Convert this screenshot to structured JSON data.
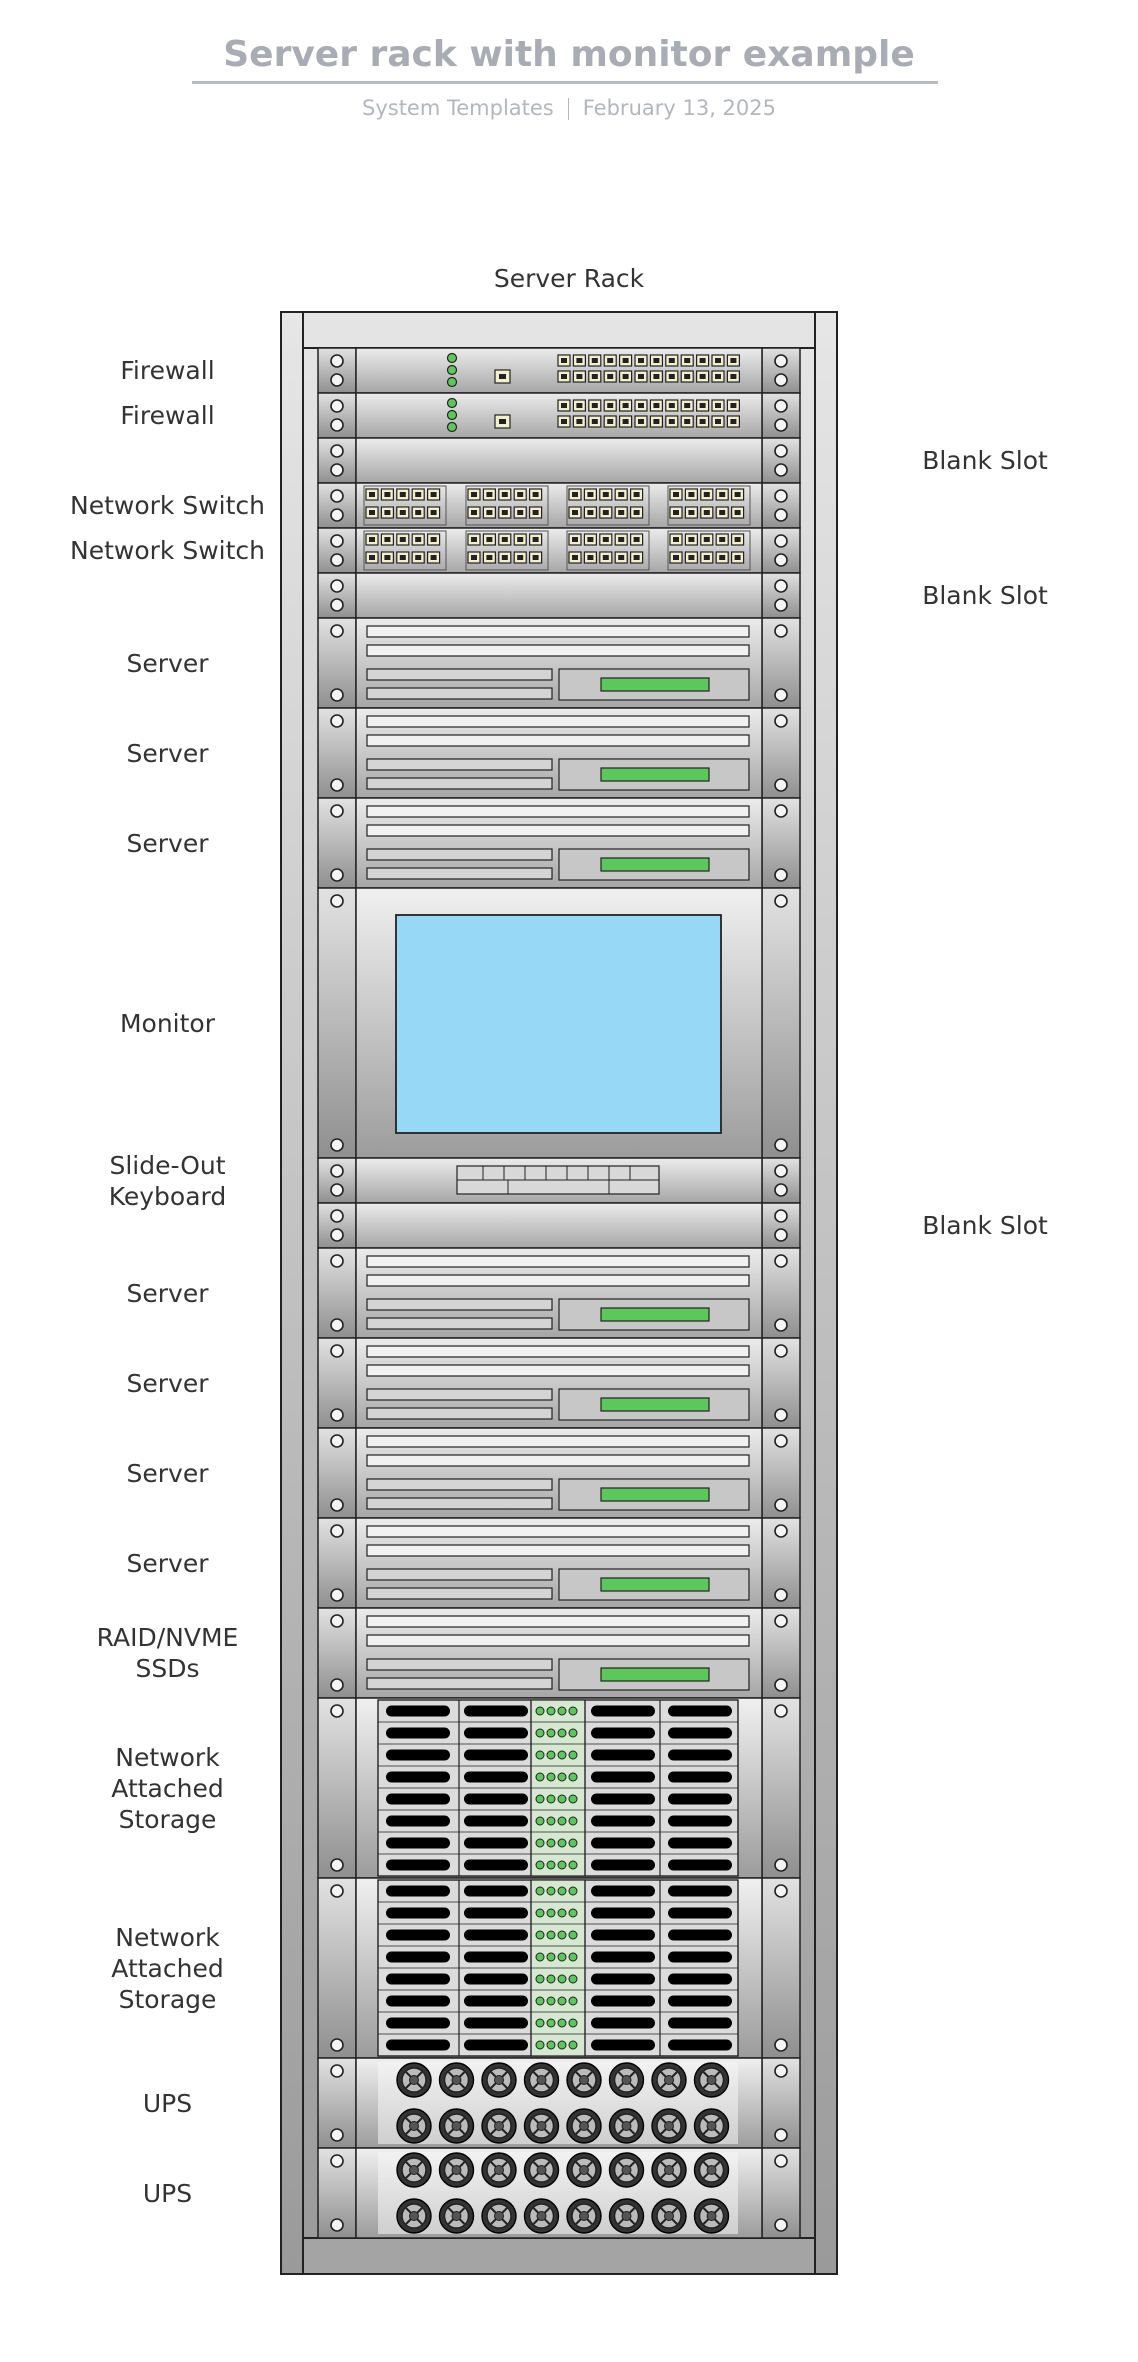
{
  "header": {
    "title": "Server rack with monitor example",
    "source": "System Templates",
    "date": "February 13, 2025"
  },
  "rack": {
    "title": "Server Rack",
    "units": [
      {
        "type": "firewall",
        "u": 1,
        "label": "Firewall"
      },
      {
        "type": "firewall",
        "u": 1,
        "label": "Firewall"
      },
      {
        "type": "blank",
        "u": 1,
        "label": "Blank Slot",
        "side": "right"
      },
      {
        "type": "switch",
        "u": 1,
        "label": "Network Switch"
      },
      {
        "type": "switch",
        "u": 1,
        "label": "Network Switch"
      },
      {
        "type": "blank",
        "u": 1,
        "label": "Blank Slot",
        "side": "right"
      },
      {
        "type": "server",
        "u": 2,
        "label": "Server"
      },
      {
        "type": "server",
        "u": 2,
        "label": "Server"
      },
      {
        "type": "server",
        "u": 2,
        "label": "Server"
      },
      {
        "type": "monitor",
        "u": 6,
        "label": "Monitor"
      },
      {
        "type": "keyboard",
        "u": 1,
        "label": "Slide-Out\nKeyboard"
      },
      {
        "type": "blank",
        "u": 1,
        "label": "Blank Slot",
        "side": "right"
      },
      {
        "type": "server",
        "u": 2,
        "label": "Server"
      },
      {
        "type": "server",
        "u": 2,
        "label": "Server"
      },
      {
        "type": "server",
        "u": 2,
        "label": "Server"
      },
      {
        "type": "server",
        "u": 2,
        "label": "Server"
      },
      {
        "type": "server",
        "u": 2,
        "label": "RAID/NVME\nSSDs"
      },
      {
        "type": "nas",
        "u": 4,
        "label": "Network\nAttached\nStorage"
      },
      {
        "type": "nas",
        "u": 4,
        "label": "Network\nAttached\nStorage"
      },
      {
        "type": "ups",
        "u": 2,
        "label": "UPS"
      },
      {
        "type": "ups",
        "u": 2,
        "label": "UPS"
      }
    ]
  },
  "colors": {
    "screen": "#97d8f7",
    "led": "#5cc85c",
    "outline": "#222222",
    "metal": "#bdbdbd"
  }
}
